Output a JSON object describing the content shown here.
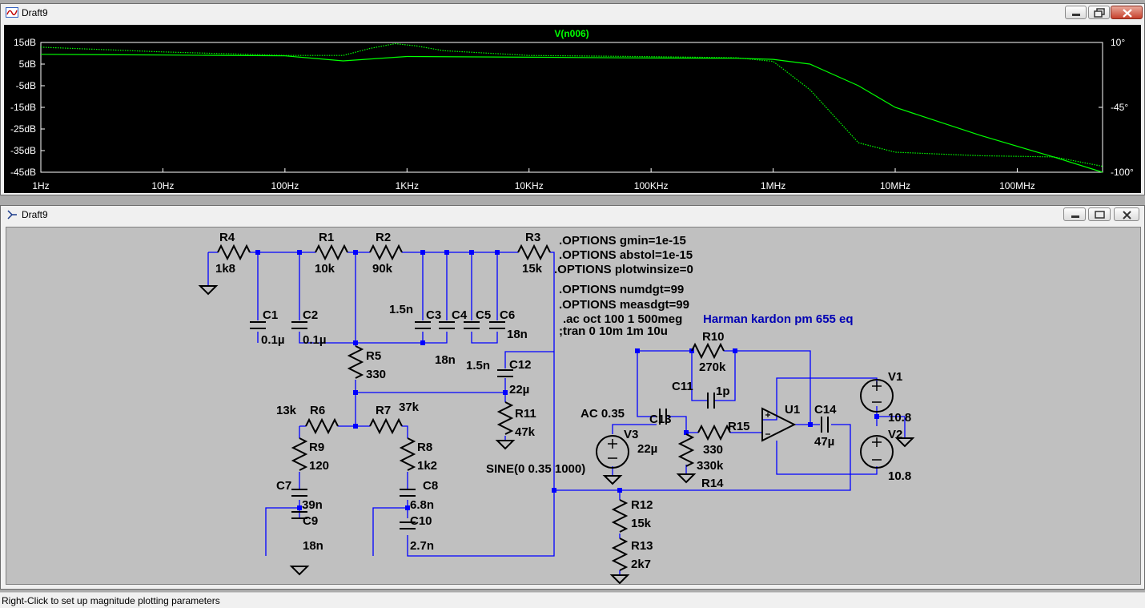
{
  "plot_window": {
    "title": "Draft9",
    "trace_name": "V(n006)",
    "left_axis_labels": [
      "15dB",
      "5dB",
      "-5dB",
      "-15dB",
      "-25dB",
      "-35dB",
      "-45dB"
    ],
    "right_axis_labels": [
      "10°",
      "-45°",
      "-100°"
    ],
    "x_axis_labels": [
      "1Hz",
      "10Hz",
      "100Hz",
      "1KHz",
      "10KHz",
      "100KHz",
      "1MHz",
      "10MHz",
      "100MHz"
    ],
    "colors": {
      "trace": "#00ff00",
      "background": "#000000",
      "axis_text": "#ffffff",
      "title_text": "#00ff00"
    }
  },
  "chart_data": {
    "type": "line",
    "title": "V(n006)",
    "x_scale": "log",
    "xlim": [
      1,
      500000000
    ],
    "ylim_left": [
      -45,
      15
    ],
    "ylim_right": [
      -100,
      10
    ],
    "series": [
      {
        "name": "V(n006)",
        "style": "solid",
        "axis": "left",
        "x": [
          1,
          10,
          100,
          300,
          1000,
          10000,
          100000,
          500000,
          1000000,
          2000000,
          5000000,
          10000000,
          50000000,
          200000000,
          500000000
        ],
        "values": [
          9.5,
          9.2,
          8.8,
          6.5,
          8.5,
          8.2,
          7.8,
          7.7,
          7.2,
          5,
          -5,
          -15,
          -28,
          -38,
          -45
        ]
      },
      {
        "name": "V(n006)",
        "style": "dotted",
        "axis": "right",
        "x": [
          1,
          10,
          100,
          300,
          500,
          800,
          1200,
          2000,
          10000,
          100000,
          500000,
          1000000,
          2000000,
          5000000,
          10000000,
          50000000,
          200000000,
          500000000
        ],
        "values": [
          6,
          2,
          -1,
          -1,
          5,
          9,
          7,
          3,
          -1,
          -2,
          -3,
          -6,
          -30,
          -75,
          -83,
          -86,
          -87,
          -95
        ]
      }
    ]
  },
  "schematic_window": {
    "title": "Draft9",
    "directives": [
      ".OPTIONS gmin=1e-15",
      ".OPTIONS abstol=1e-15",
      ".OPTIONS plotwinsize=0",
      ".OPTIONS numdgt=99",
      ".OPTIONS measdgt=99",
      ".ac oct 100 1 500meg",
      ";tran 0 10m 1m 10u"
    ],
    "comment": "Harman kardon pm 655 eq",
    "components": {
      "R4": {
        "name": "R4",
        "value": "1k8"
      },
      "R1": {
        "name": "R1",
        "value": "10k"
      },
      "R2": {
        "name": "R2",
        "value": "90k"
      },
      "R3": {
        "name": "R3",
        "value": "15k"
      },
      "C1": {
        "name": "C1",
        "value": "0.1µ"
      },
      "C2": {
        "name": "C2",
        "value": "0.1µ"
      },
      "C3": {
        "name": "C3",
        "value": "1.5n"
      },
      "C4": {
        "name": "C4",
        "value": "18n"
      },
      "C5": {
        "name": "C5",
        "value": "1.5n"
      },
      "C6": {
        "name": "C6",
        "value": "18n"
      },
      "R5": {
        "name": "R5",
        "value": "330"
      },
      "C12": {
        "name": "C12",
        "value": "22µ"
      },
      "R11": {
        "name": "R11",
        "value": "47k"
      },
      "R6": {
        "name": "R6",
        "value": "13k"
      },
      "R7": {
        "name": "R7",
        "value": "37k"
      },
      "R9": {
        "name": "R9",
        "value": "120"
      },
      "R8": {
        "name": "R8",
        "value": "1k2"
      },
      "C7": {
        "name": "C7",
        "value": "39n"
      },
      "C9": {
        "name": "C9",
        "value": "18n"
      },
      "C8": {
        "name": "C8",
        "value": "6.8n"
      },
      "C10": {
        "name": "C10",
        "value": "2.7n"
      },
      "R10": {
        "name": "R10",
        "value": "270k"
      },
      "C11": {
        "name": "C11",
        "value": "1p"
      },
      "C13": {
        "name": "C13",
        "value": "22µ"
      },
      "R15": {
        "name": "R15",
        "value": "330"
      },
      "R14": {
        "name": "R14",
        "value": "330k"
      },
      "U1": {
        "name": "U1"
      },
      "C14": {
        "name": "C14",
        "value": "47µ"
      },
      "V1": {
        "name": "V1",
        "value": "10.8"
      },
      "V2": {
        "name": "V2",
        "value": "10.8"
      },
      "V3": {
        "name": "V3",
        "ac": "AC 0.35",
        "value": "SINE(0 0.35 1000)"
      },
      "R12": {
        "name": "R12",
        "value": "15k"
      },
      "R13": {
        "name": "R13",
        "value": "2k7"
      }
    },
    "colors": {
      "wire": "#0000ff",
      "component": "#000000",
      "background": "#c0c0c0",
      "comment": "#0000b4"
    }
  },
  "status_bar": {
    "text": "Right-Click to set up magnitude plotting parameters"
  }
}
